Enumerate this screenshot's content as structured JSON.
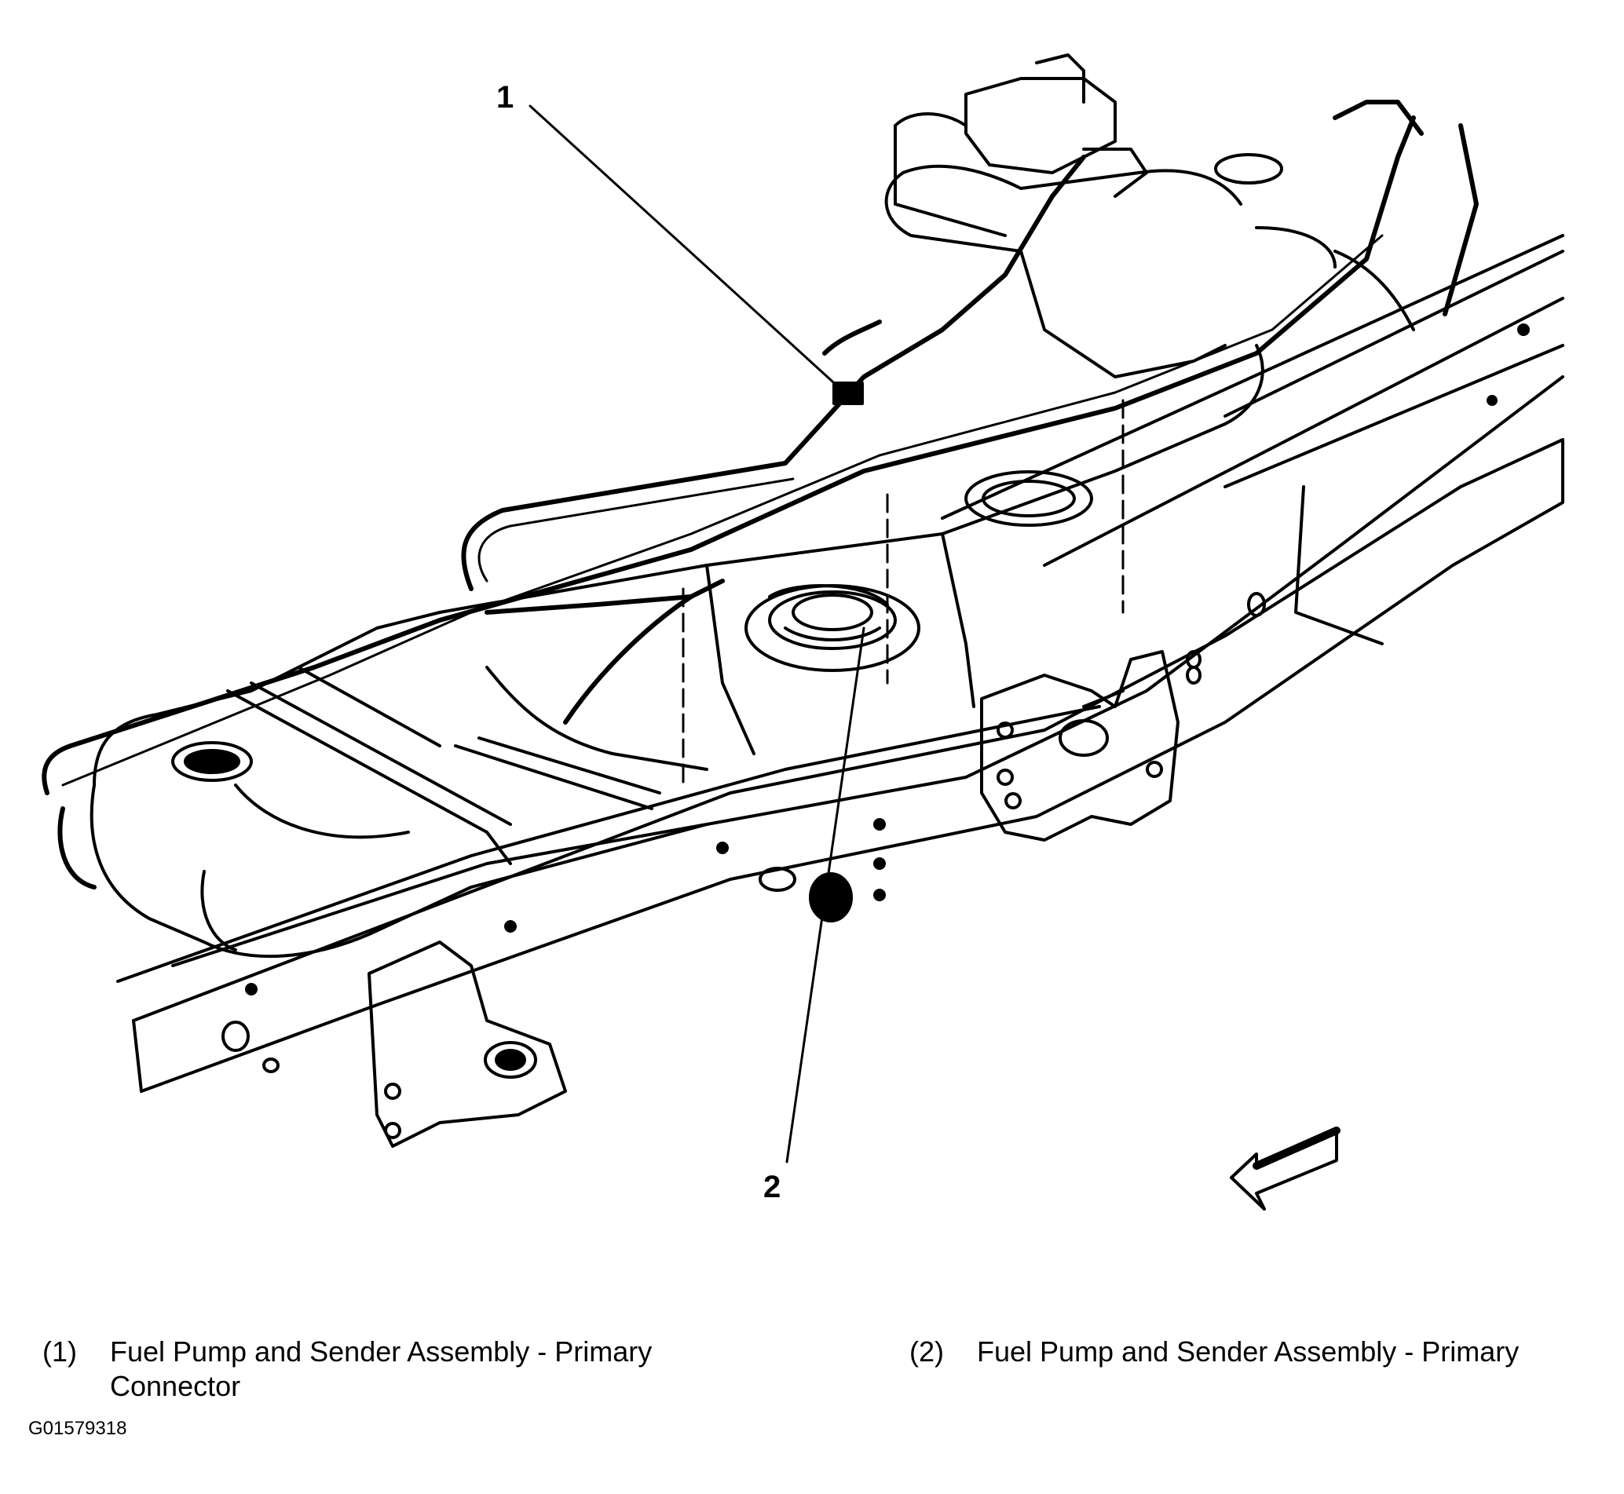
{
  "callouts": [
    {
      "number": "1"
    },
    {
      "number": "2"
    }
  ],
  "legend": [
    {
      "number": "(1)",
      "text": "Fuel Pump and Sender Assembly - Primary Connector"
    },
    {
      "number": "(2)",
      "text": "Fuel Pump and Sender Assembly - Primary"
    }
  ],
  "figure_id": "G01579318"
}
